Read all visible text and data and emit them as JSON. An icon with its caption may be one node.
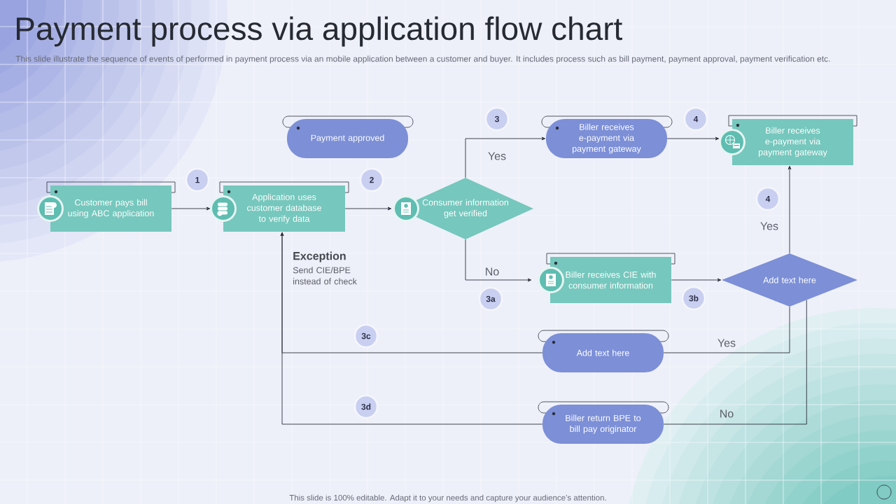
{
  "diagram": {
    "title": "Payment process via application flow chart",
    "nodes": [
      {
        "text": [
          "Payment approved"
        ]
      },
      {
        "text": [
          "3"
        ]
      },
      {
        "text": [
          "Biller receives e-payment via payment gateway"
        ]
      },
      {
        "text": [
          "4"
        ]
      },
      {
        "text": [
          "Biller receives e-payment via payment gateway"
        ]
      },
      {
        "text": [
          "1"
        ]
      },
      {
        "text": [
          "2"
        ]
      },
      {
        "text": [
          "Customer pays bill using ABC application"
        ]
      },
      {
        "text": [
          "Application uses customer database to verify data"
        ]
      },
      {
        "text": [
          "Consumer information get verified"
        ]
      },
      {
        "text": [
          "4"
        ]
      },
      {
        "text": [
          "Biller receives CIE with consumer information"
        ]
      },
      {
        "text": [
          "Add text here"
        ]
      },
      {
        "text": [
          "3a"
        ]
      },
      {
        "text": [
          "3b"
        ]
      },
      {
        "text": [
          "3c"
        ]
      },
      {
        "text": [
          "Add text here"
        ]
      },
      {
        "text": [
          "3d"
        ]
      },
      {
        "text": [
          "Biller return BPE to bill pay originator"
        ]
      }
    ],
    "edges": [
      {
        "from": 7,
        "to": 8,
        "arrow": "to"
      },
      {
        "from": 8,
        "to": 9,
        "arrow": "to"
      },
      {
        "from": 9,
        "to": 2,
        "arrow": "to",
        "label": "Yes"
      },
      {
        "from": 9,
        "to": 11,
        "arrow": "to",
        "label": "No"
      },
      {
        "from": 2,
        "to": 4,
        "arrow": "to"
      },
      {
        "from": 11,
        "to": 12,
        "arrow": "to"
      },
      {
        "from": 12,
        "to": 4,
        "arrow": "to",
        "label": "Yes"
      },
      {
        "from": 12,
        "to": 16,
        "arrow": "none",
        "label": "Yes"
      },
      {
        "from": 16,
        "to": 8,
        "arrow": "to"
      },
      {
        "from": 12,
        "to": 18,
        "arrow": "none",
        "label": "No"
      },
      {
        "from": 18,
        "to": 8,
        "arrow": "to"
      }
    ],
    "labels": [
      "This slide illustrate the sequence of events of performed in payment process via an mobile application between a customer and buyer. It includes process such as bill payment, payment approval, payment verification etc.",
      "Exception",
      "Send CIE/BPE instead of check",
      "This slide is 100% editable. Adapt it to your needs and capture your audience’s attention."
    ]
  }
}
